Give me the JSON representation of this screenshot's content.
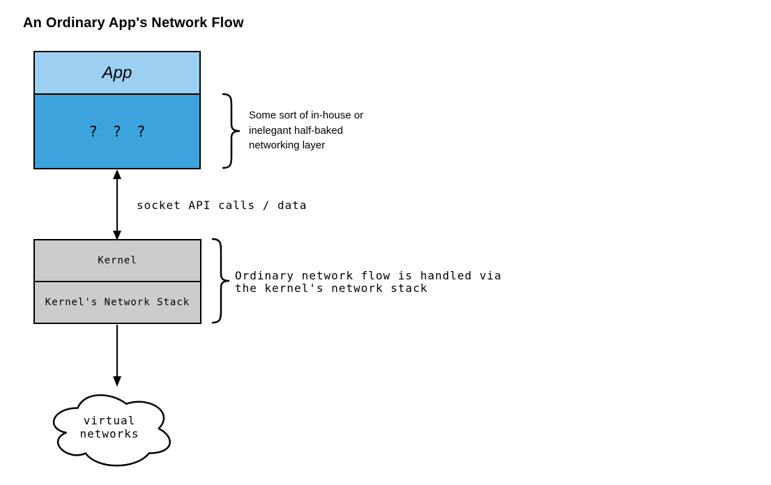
{
  "title": "An Ordinary App's Network Flow",
  "colors": {
    "app_fill": "#9CCFF2",
    "unknown_fill": "#3CA3DC",
    "kernel_fill": "#CCCCCC",
    "cloud_fill": "#FFFFFF",
    "stroke": "#000000"
  },
  "app_stack": {
    "app_label": "App",
    "unknown_label": "? ? ?"
  },
  "flow_arrow": {
    "label": "socket API calls / data"
  },
  "kernel_stack": {
    "kernel_label": "Kernel",
    "network_stack_label": "Kernel's Network Stack"
  },
  "annotations": {
    "inhouse_layer": "Some sort of in-house or\ninelegant half-baked\nnetworking layer",
    "kernel_flow": "Ordinary network flow is handled via\nthe kernel's network stack"
  },
  "cloud": {
    "label": "virtual\nnetworks"
  }
}
